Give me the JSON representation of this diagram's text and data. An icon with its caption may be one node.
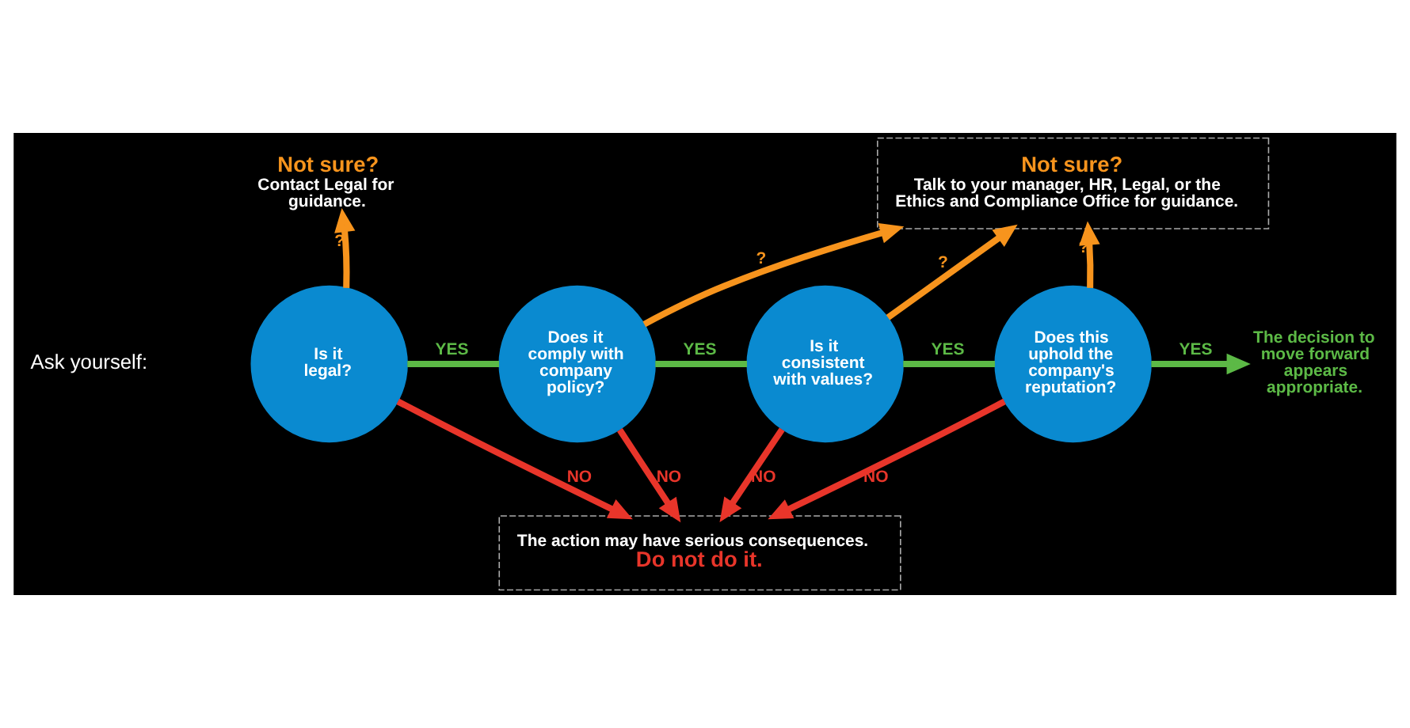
{
  "diagram": {
    "nodes": [
      {
        "text": [
          "Is it legal?"
        ]
      },
      {
        "text": [
          "Does it comply with company policy?"
        ]
      },
      {
        "text": [
          "Is it consistent with values?"
        ]
      },
      {
        "text": [
          "Does this uphold the company's reputation?"
        ]
      },
      {
        "text": [
          "Not sure?",
          "Contact Legal for guidance."
        ]
      },
      {
        "text": [
          "Not sure?",
          "Talk to your manager, HR, Legal, or the Ethics and Compliance Office for guidance."
        ]
      },
      {
        "text": [
          "The decision to move forward appears appropriate."
        ]
      },
      {
        "text": [
          "The action may have serious consequences.",
          "Do not do it."
        ]
      }
    ],
    "edges": [
      {
        "from": 0,
        "to": 1,
        "arrow": "none",
        "label": "YES",
        "color": "#5cb946"
      },
      {
        "from": 1,
        "to": 2,
        "arrow": "none",
        "label": "YES",
        "color": "#5cb946"
      },
      {
        "from": 2,
        "to": 3,
        "arrow": "none",
        "label": "YES",
        "color": "#5cb946"
      },
      {
        "from": 3,
        "to": 6,
        "arrow": "to",
        "label": "YES",
        "color": "#5cb946"
      },
      {
        "from": 0,
        "to": 4,
        "arrow": "to",
        "label": "?",
        "color": "#f7941d"
      },
      {
        "from": 1,
        "to": 5,
        "arrow": "to",
        "label": "?",
        "color": "#f7941d"
      },
      {
        "from": 2,
        "to": 5,
        "arrow": "to",
        "label": "?",
        "color": "#f7941d"
      },
      {
        "from": 3,
        "to": 5,
        "arrow": "to",
        "label": "?",
        "color": "#f7941d"
      },
      {
        "from": 0,
        "to": 7,
        "arrow": "to",
        "label": "NO",
        "color": "#e8352a"
      },
      {
        "from": 1,
        "to": 7,
        "arrow": "to",
        "label": "NO",
        "color": "#e8352a"
      },
      {
        "from": 2,
        "to": 7,
        "arrow": "to",
        "label": "NO",
        "color": "#e8352a"
      },
      {
        "from": 3,
        "to": 7,
        "arrow": "to",
        "label": "NO",
        "color": "#e8352a"
      }
    ],
    "labels": [
      "Ask yourself:"
    ]
  }
}
